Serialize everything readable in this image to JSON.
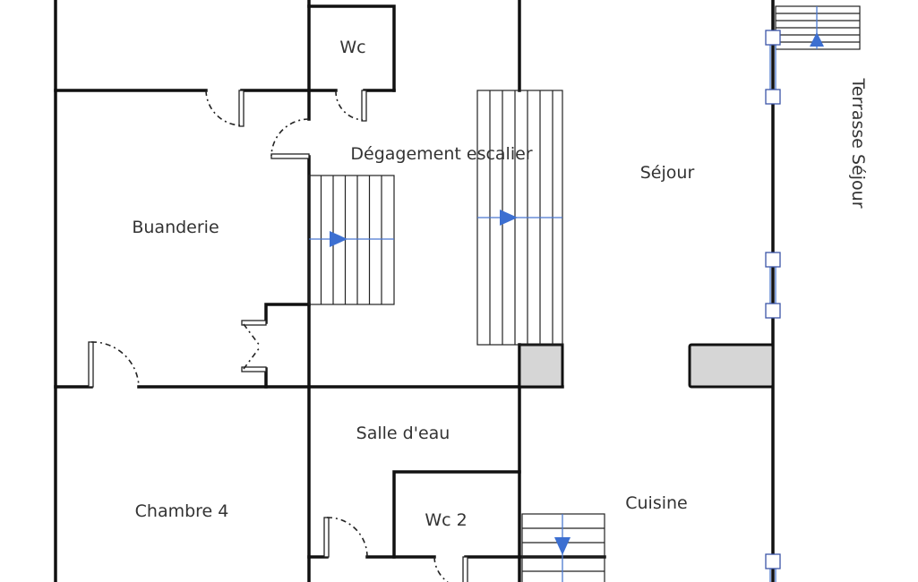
{
  "rooms": {
    "wc": "Wc",
    "degagement": "Dégagement escalier",
    "sejour": "Séjour",
    "buanderie": "Buanderie",
    "salle_eau": "Salle d'eau",
    "chambre4": "Chambre 4",
    "wc2": "Wc 2",
    "cuisine": "Cuisine",
    "terrasse": "Terrasse Séjour"
  },
  "colors": {
    "wall": "#111111",
    "stair_arrow": "#3c6fd1",
    "column": "#d6d6d6"
  }
}
